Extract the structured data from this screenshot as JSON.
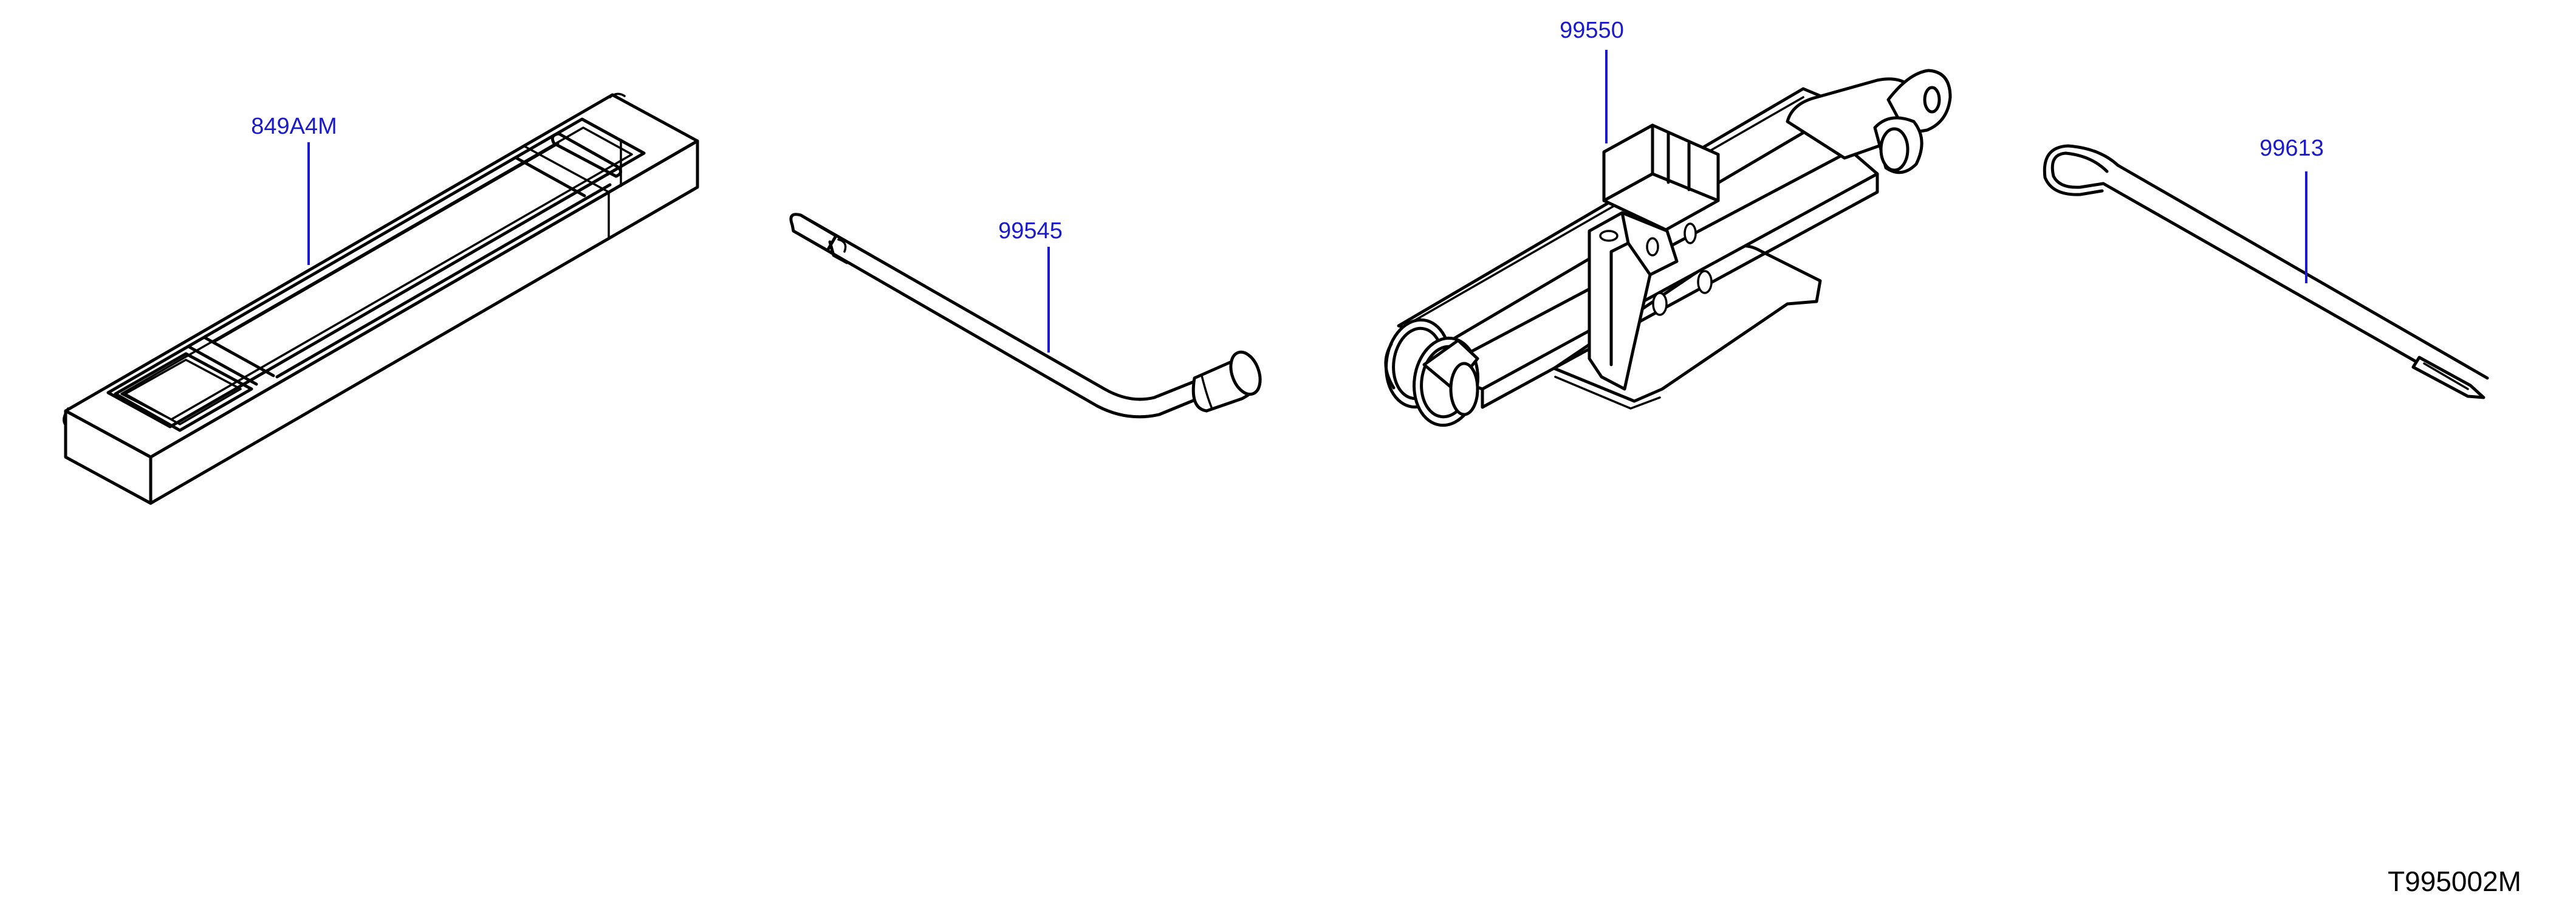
{
  "diagram": {
    "id_code": "T995002M",
    "colors": {
      "background": "#ffffff",
      "line_art": "#000000",
      "callout": "#1a1acc"
    },
    "parts": [
      {
        "number": "849A4M",
        "depicts": "tool-bag-icon"
      },
      {
        "number": "99545",
        "depicts": "wheel-nut-wrench-icon"
      },
      {
        "number": "99550",
        "depicts": "scissor-jack-icon"
      },
      {
        "number": "99613",
        "depicts": "jack-handle-rod-icon"
      }
    ]
  }
}
